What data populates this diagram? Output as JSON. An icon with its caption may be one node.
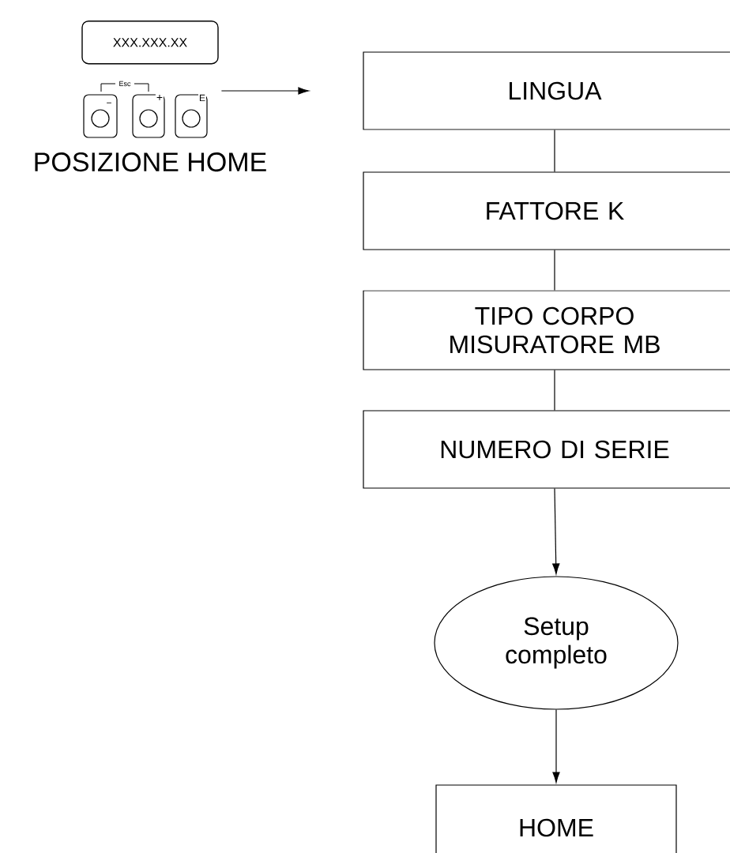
{
  "diagram": {
    "nodes": [
      {
        "text": [
          "XXX.XXX.XX"
        ],
        "beside": [
          "POSIZIONE HOME"
        ]
      },
      {
        "text": [
          "LINGUA"
        ]
      },
      {
        "text": [
          "FATTORE K"
        ]
      },
      {
        "text": [
          "TIPO CORPO MISURATORE MB"
        ]
      },
      {
        "text": [
          "NUMERO DI SERIE"
        ]
      },
      {
        "text": [
          "Setup completo"
        ]
      },
      {
        "text": [
          "HOME"
        ]
      }
    ],
    "edges": [
      {
        "from": 0,
        "to": 1,
        "arrow": "to"
      },
      {
        "from": 1,
        "to": 2,
        "arrow": "none"
      },
      {
        "from": 2,
        "to": 3,
        "arrow": "none"
      },
      {
        "from": 3,
        "to": 4,
        "arrow": "none"
      },
      {
        "from": 4,
        "to": 5,
        "arrow": "to"
      },
      {
        "from": 5,
        "to": 6,
        "arrow": "to"
      }
    ],
    "labels": [
      "Esc",
      "−",
      "+",
      "E"
    ]
  }
}
